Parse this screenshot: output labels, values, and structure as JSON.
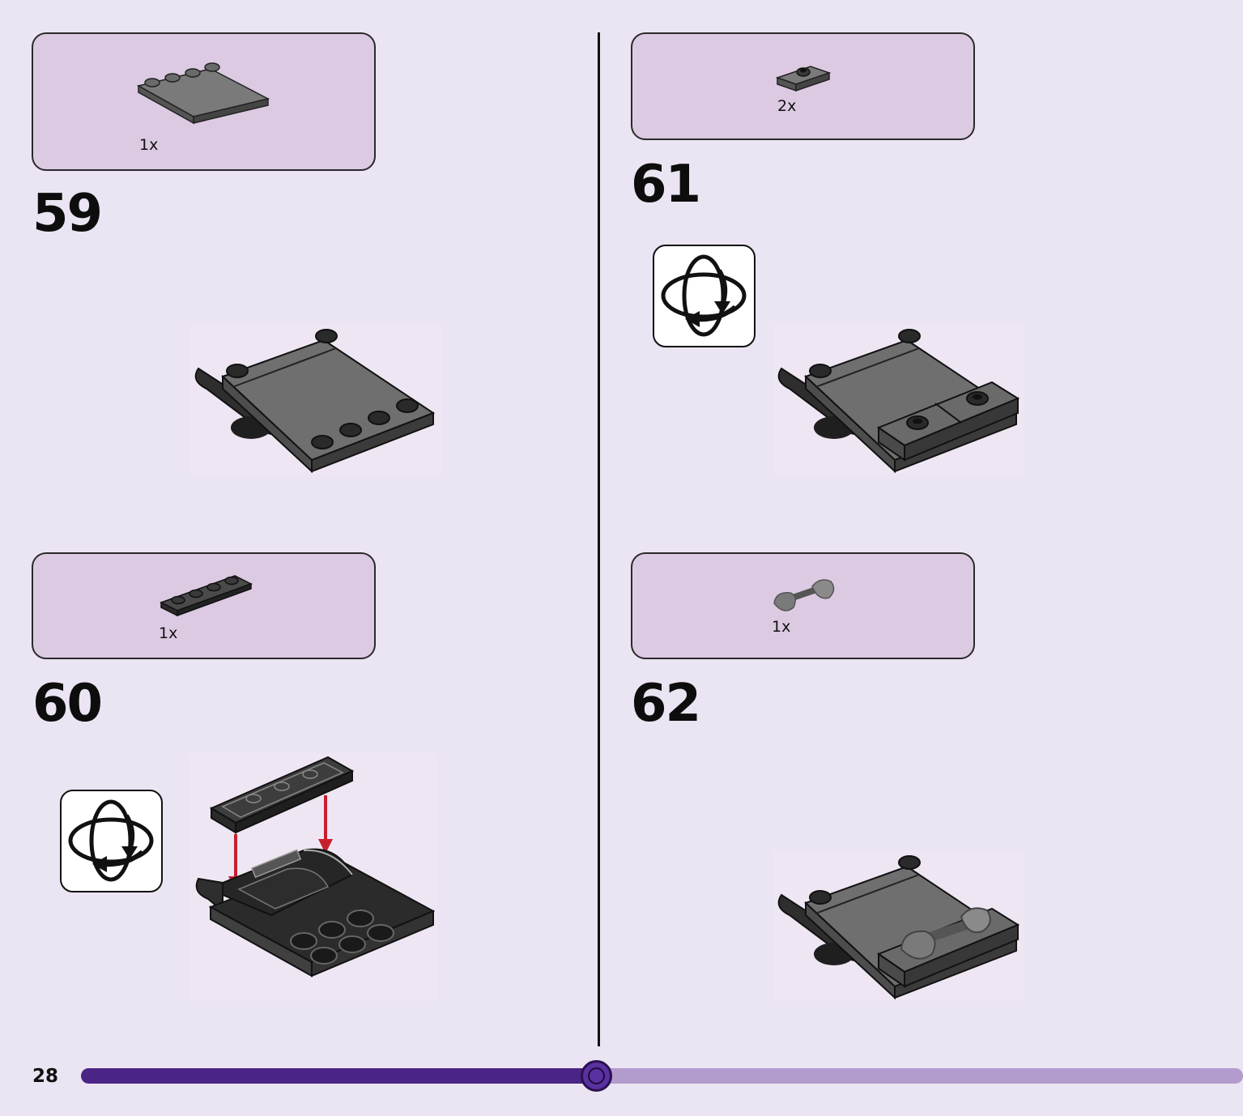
{
  "page": {
    "number": "28",
    "progress": 0.4434
  },
  "steps": [
    {
      "number": "59",
      "parts": [
        {
          "qty": "1x",
          "icon": "grey-4x4-tile-with-studs-icon"
        }
      ],
      "rotate": false
    },
    {
      "number": "60",
      "parts": [
        {
          "qty": "1x",
          "icon": "black-1x4-plate-icon"
        }
      ],
      "rotate": true
    },
    {
      "number": "61",
      "parts": [
        {
          "qty": "2x",
          "icon": "grey-1x2-jumper-plate-icon"
        }
      ],
      "rotate": true
    },
    {
      "number": "62",
      "parts": [
        {
          "qty": "1x",
          "icon": "grey-bone-piece-icon"
        }
      ],
      "rotate": false
    }
  ],
  "colors": {
    "background": "#ebe4f2",
    "parts_box": "#dccae2",
    "progress_fill": "#4a2585",
    "progress_track": "#b29bcd",
    "arrow_red": "#c6202f"
  }
}
